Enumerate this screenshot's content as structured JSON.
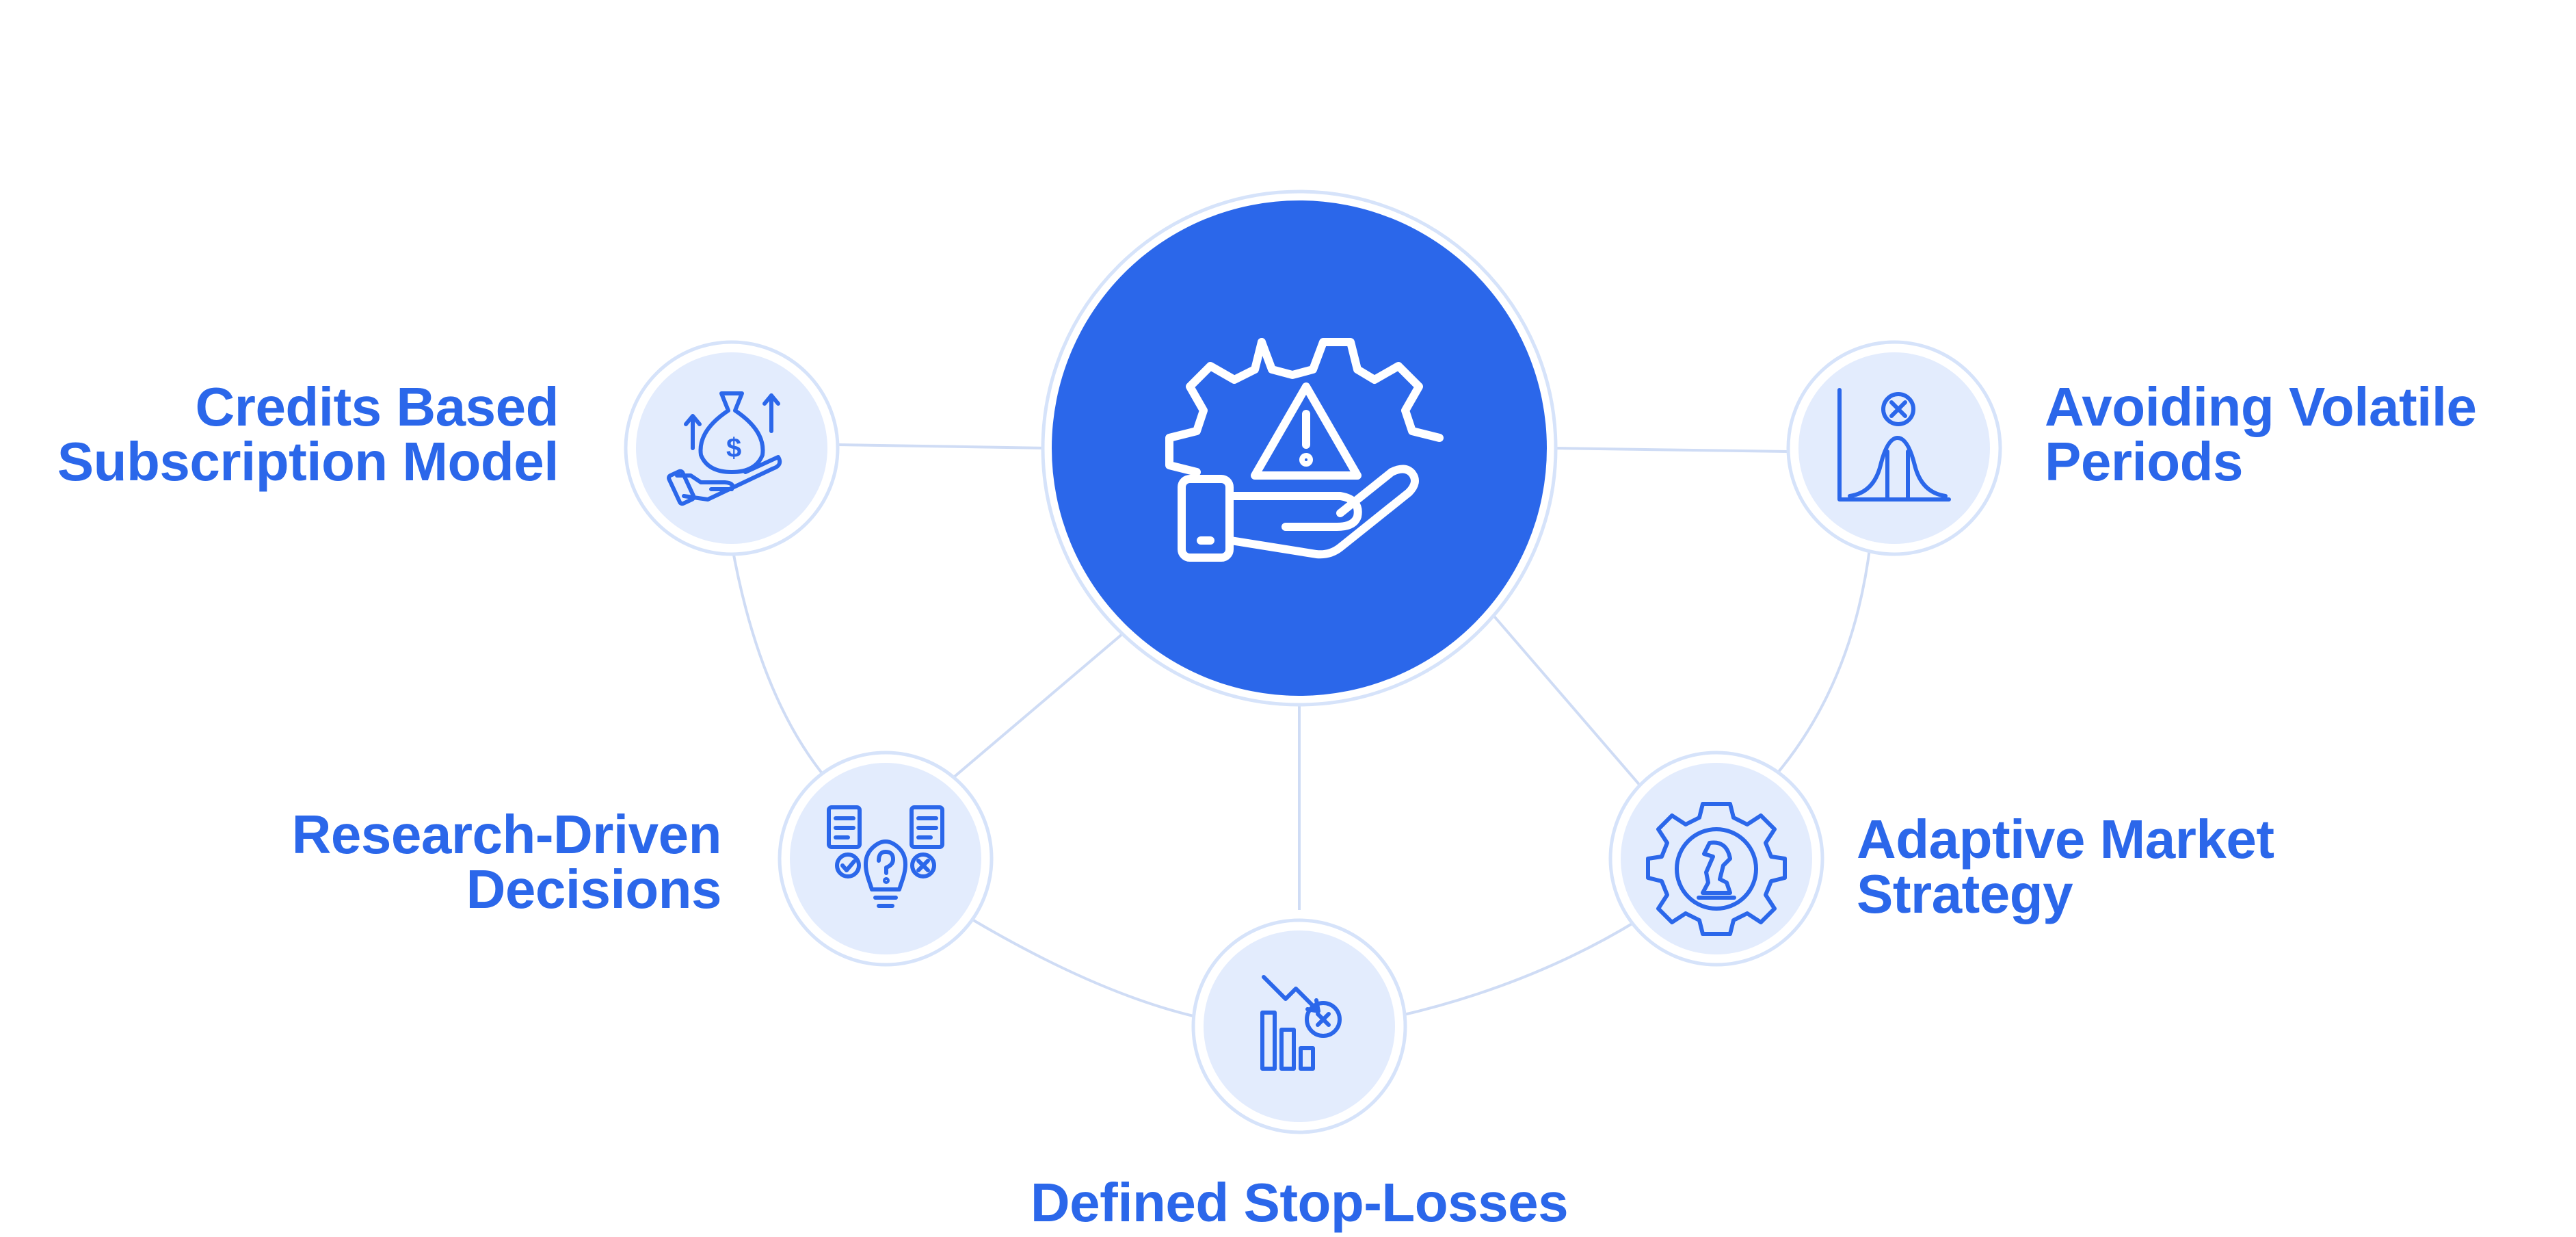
{
  "colors": {
    "accent": "#2b67ea",
    "node_fill": "#e3ecfd",
    "node_ring": "#d6e3fa",
    "connector": "#cfdcf5",
    "icon_stroke": "#2b67ea",
    "hub_icon_stroke": "#ffffff"
  },
  "hub": {
    "icon": "warning-gear-hand-icon"
  },
  "nodes": [
    {
      "id": "credits",
      "icon": "money-bag-hand-icon",
      "lines": [
        "Credits Based",
        "Subscription Model"
      ]
    },
    {
      "id": "research",
      "icon": "bulb-documents-icon",
      "lines": [
        "Research-Driven",
        "Decisions"
      ]
    },
    {
      "id": "stoploss",
      "icon": "falling-chart-icon",
      "lines": [
        "Defined Stop-Losses"
      ]
    },
    {
      "id": "adaptive",
      "icon": "chess-gear-icon",
      "lines": [
        "Adaptive Market",
        "Strategy"
      ]
    },
    {
      "id": "volatile",
      "icon": "bell-curve-warning-icon",
      "lines": [
        "Avoiding Volatile",
        "Periods"
      ]
    }
  ]
}
